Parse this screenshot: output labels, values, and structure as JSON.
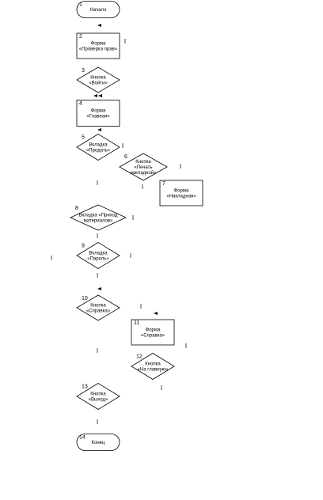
{
  "diagram": {
    "nodes": [
      {
        "id": 1,
        "type": "terminator",
        "number": "1",
        "lines": [
          "Начало"
        ]
      },
      {
        "id": 2,
        "type": "process",
        "number": "2",
        "lines": [
          "Форма",
          "«Проверка прав»"
        ]
      },
      {
        "id": 3,
        "type": "decision",
        "number": "3",
        "lines": [
          "Кнопка",
          "«Войти»"
        ]
      },
      {
        "id": 4,
        "type": "process",
        "number": "4",
        "lines": [
          "Форма",
          "«Главная»"
        ]
      },
      {
        "id": 5,
        "type": "decision",
        "number": "5",
        "lines": [
          "Вкладка",
          "«Продать»"
        ]
      },
      {
        "id": 6,
        "type": "decision",
        "number": "6",
        "lines": [
          "Кнопка",
          "«Печать",
          "накладной»"
        ]
      },
      {
        "id": 7,
        "type": "process",
        "number": "7",
        "lines": [
          "Форма",
          "«Накладная»"
        ]
      },
      {
        "id": 8,
        "type": "decision",
        "number": "8",
        "lines": [
          "Вкладка «Приход",
          "материалов»"
        ]
      },
      {
        "id": 9,
        "type": "decision",
        "number": "9",
        "lines": [
          "Вкладка",
          "«Пароль»"
        ]
      },
      {
        "id": 10,
        "type": "decision",
        "number": "10",
        "lines": [
          "Кнопка",
          "«Справка»"
        ]
      },
      {
        "id": 11,
        "type": "process",
        "number": "11",
        "lines": [
          "Форма",
          "«Справка»"
        ]
      },
      {
        "id": 12,
        "type": "decision",
        "number": "12",
        "lines": [
          "Кнопка",
          "«На главную»"
        ]
      },
      {
        "id": 13,
        "type": "decision",
        "number": "13",
        "lines": [
          "Кнопка",
          "«Выход»"
        ]
      },
      {
        "id": 14,
        "type": "terminator",
        "number": "14",
        "lines": [
          "Конец"
        ]
      }
    ]
  }
}
